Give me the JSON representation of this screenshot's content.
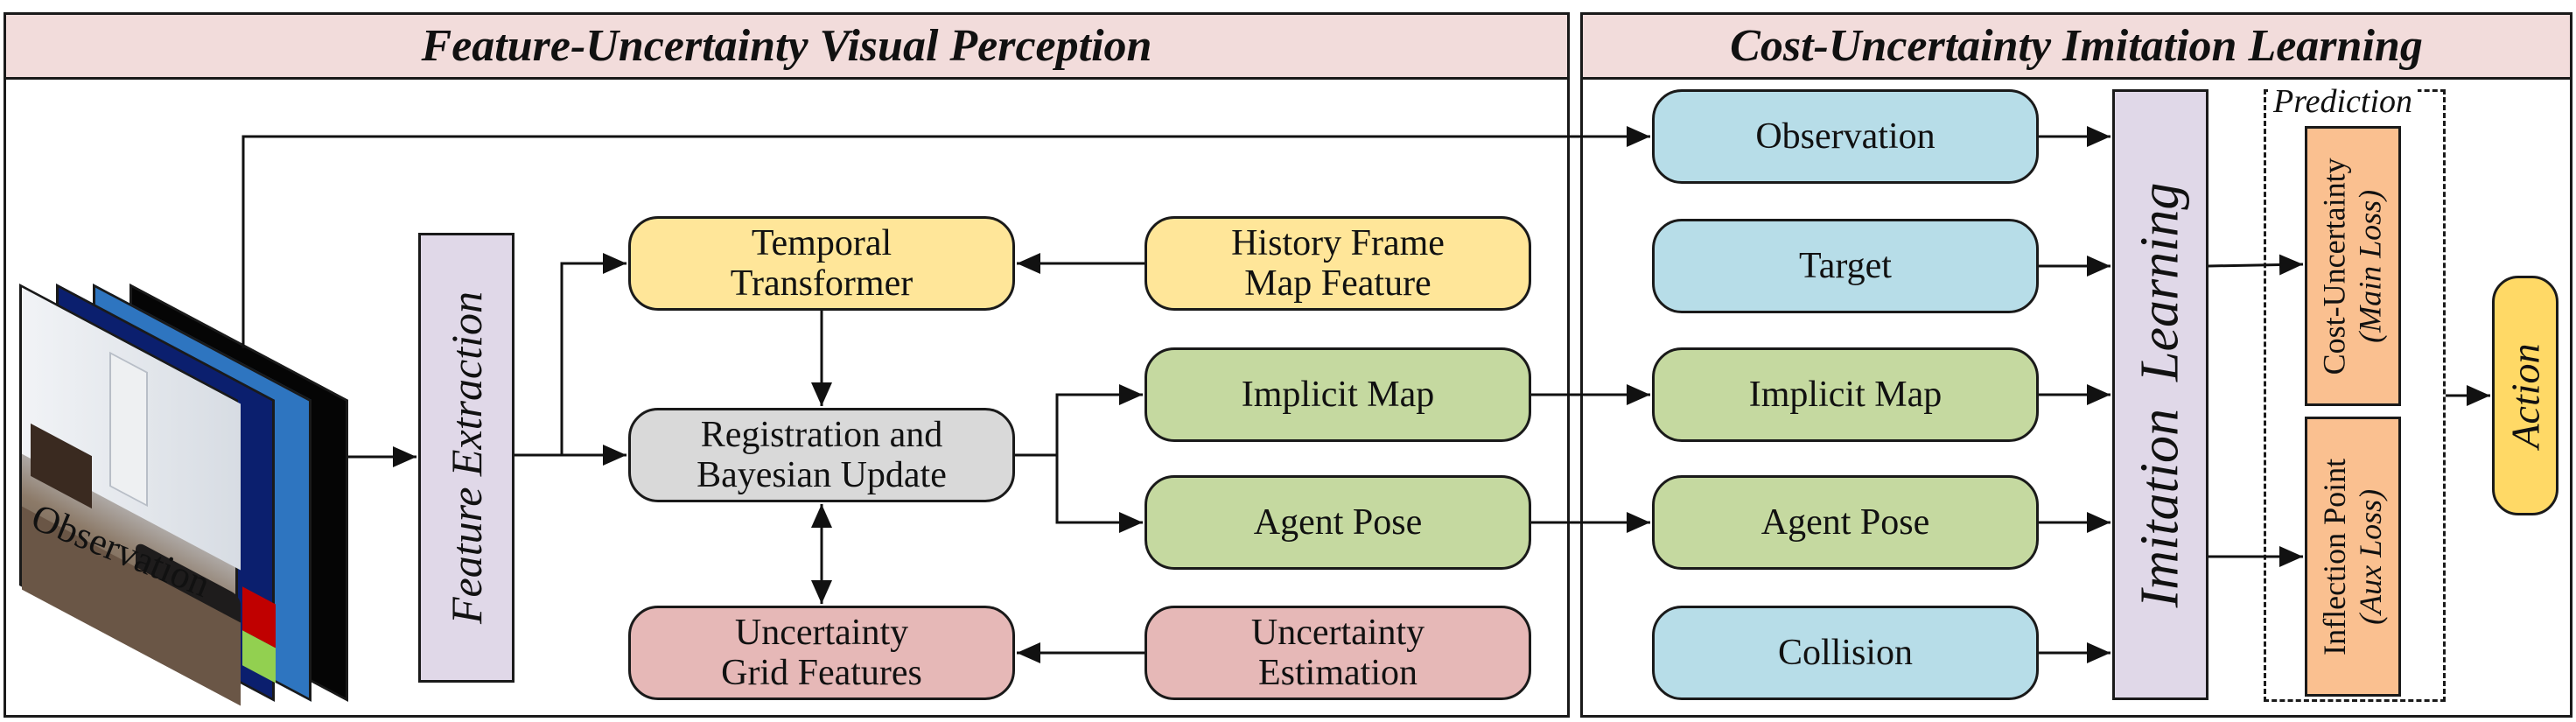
{
  "panels": {
    "left_title": "Feature-Uncertainty Visual Perception",
    "right_title": "Cost-Uncertainty Imitation Learning"
  },
  "observation_label": "Observation",
  "feature_extraction": "Feature Extraction",
  "nodes": {
    "temporal_transformer": "Temporal\nTransformer",
    "history_frame": "History Frame\nMap Feature",
    "registration": "Registration and\nBayesian Update",
    "implicit_map_left": "Implicit Map",
    "agent_pose_left": "Agent Pose",
    "uncertainty_grid": "Uncertainty\nGrid Features",
    "uncertainty_estimation": "Uncertainty\nEstimation"
  },
  "inputs": {
    "observation": "Observation",
    "target": "Target",
    "implicit_map": "Implicit Map",
    "agent_pose": "Agent Pose",
    "collision": "Collision"
  },
  "imitation_learning": "Imitation  Learning",
  "prediction": {
    "label": "Prediction",
    "cost_uncertainty": "Cost-Uncertainty",
    "main_loss": "(Main Loss)",
    "inflection_point": "Inflection Point",
    "aux_loss": "(Aux Loss)"
  },
  "action": "Action",
  "colors": {
    "header": "#f2dcdb",
    "yellow": "#ffe699",
    "gray": "#d9d9d9",
    "green": "#c5d9a0",
    "red": "#e6b8b7",
    "blue": "#b7dde8",
    "purple": "#e0d8e8",
    "orange": "#fac090",
    "gold": "#ffd966"
  }
}
